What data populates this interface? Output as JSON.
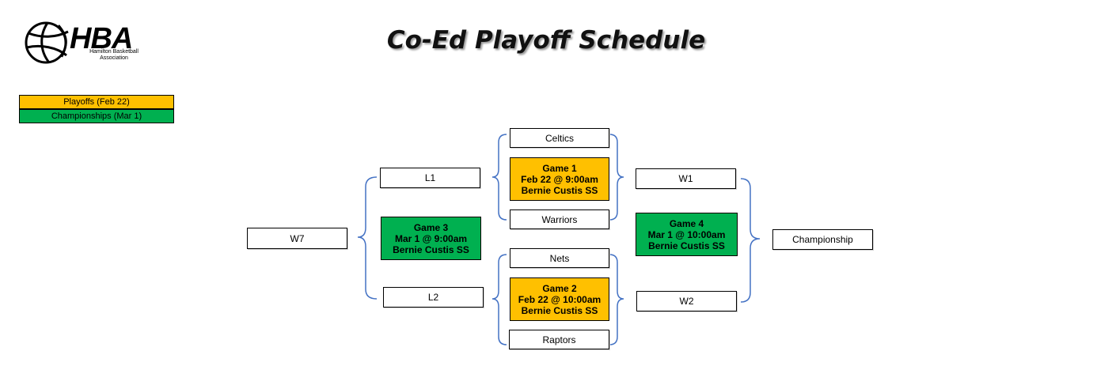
{
  "logo": {
    "letters": "HBA",
    "subtitle_line1": "Hamilton Basketball",
    "subtitle_line2": "Association"
  },
  "title": "Co-Ed Playoff Schedule",
  "legend": {
    "playoffs": "Playoffs (Feb 22)",
    "championships": "Championships (Mar 1)",
    "playoffs_color": "#ffc000",
    "championships_color": "#00b050"
  },
  "bracket": {
    "teams": {
      "celtics": "Celtics",
      "warriors": "Warriors",
      "nets": "Nets",
      "raptors": "Raptors"
    },
    "game1": {
      "title": "Game 1",
      "when": "Feb 22 @ 9:00am",
      "where": "Bernie Custis SS"
    },
    "game2": {
      "title": "Game 2",
      "when": "Feb 22 @ 10:00am",
      "where": "Bernie Custis SS"
    },
    "game3": {
      "title": "Game 3",
      "when": "Mar 1 @ 9:00am",
      "where": "Bernie Custis SS"
    },
    "game4": {
      "title": "Game 4",
      "when": "Mar 1 @ 10:00am",
      "where": "Bernie Custis SS"
    },
    "slots": {
      "l1": "L1",
      "l2": "L2",
      "w1": "W1",
      "w2": "W2",
      "w7": "W7",
      "championship": "Championship"
    },
    "brace_color": "#4472c4"
  }
}
